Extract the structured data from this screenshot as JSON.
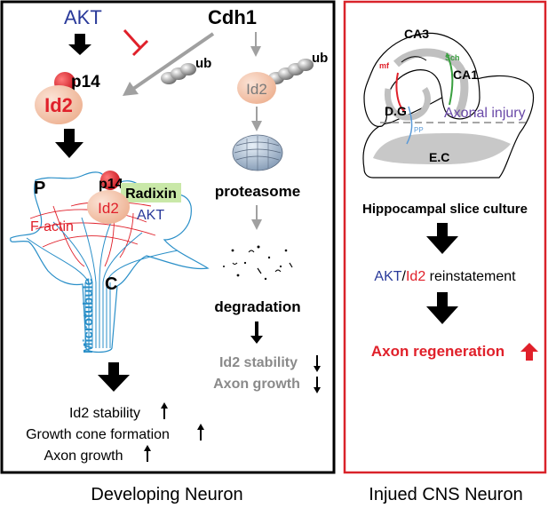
{
  "developing": {
    "akt": "AKT",
    "cdh1": "Cdh1",
    "p14_top": "p14",
    "id2_main": "Id2",
    "ub_1": "ub",
    "id2_right": "Id2",
    "ub_2": "ub",
    "p_label": "P",
    "c_label": "C",
    "p14_cone": "p14",
    "id2_cone": "Id2",
    "radixin": "Radixin",
    "akt_cone": "AKT",
    "factin": "F-actin",
    "microtubule": "Microtubule",
    "proteasome": "proteasome",
    "degradation": "degradation",
    "left_out": [
      "Id2 stability",
      "Growth cone formation",
      "Axon growth"
    ],
    "right_out": [
      "Id2 stability",
      "Axon growth"
    ],
    "caption": "Developing Neuron"
  },
  "injured": {
    "ca3": "CA3",
    "ca1": "CA1",
    "mf": "mf",
    "sch": "Sch",
    "dg": "D.G",
    "pp": "PP",
    "ec": "E.C",
    "axonal_injury": "Axonal injury",
    "slice_culture": "Hippocampal slice culture",
    "akt": "AKT",
    "slash": "/",
    "id2": "Id2",
    "reinstatement": " reinstatement",
    "regeneration": "Axon regeneration",
    "caption": "Injued CNS Neuron"
  },
  "colors": {
    "akt_blue": "#2a3a9a",
    "red": "#e0202a",
    "gray": "#a0a0a0",
    "panel_red": "#d9232a",
    "microtubule_blue": "#2a8fc8",
    "id2_ball": "#f3c2a8",
    "radixin_green": "#c9e8a8",
    "axonal_purple": "#6a4aa8",
    "sch_green": "#3aa040",
    "pp_blue": "#5a9ad8"
  }
}
